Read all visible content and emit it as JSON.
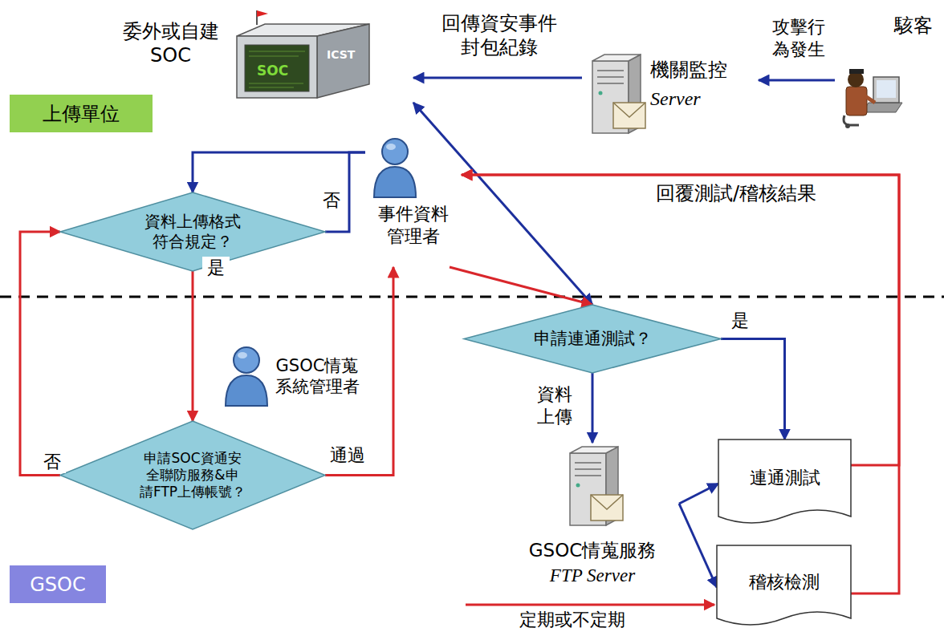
{
  "diagram": {
    "nodes": [
      {
        "text": [
          "上傳單位"
        ]
      },
      {
        "text": [
          "委外或自建 SOC"
        ]
      },
      {
        "text": [
          "機關監控",
          "Server"
        ]
      },
      {
        "text": [
          "駭客"
        ]
      },
      {
        "text": [
          "事件資料 管理者"
        ]
      },
      {
        "text": [
          "資料上傳格式 符合規定？"
        ]
      },
      {
        "text": [
          "GSOC情蒐 系統管理者"
        ]
      },
      {
        "text": [
          "申請SOC資通安 全聯防服務&申 請FTP上傳帳號？"
        ]
      },
      {
        "text": [
          "申請連通測試？"
        ]
      },
      {
        "text": [
          "GSOC情蒐服務",
          "FTP Server"
        ]
      },
      {
        "text": [
          "連通測試"
        ]
      },
      {
        "text": [
          "稽核檢測"
        ]
      },
      {
        "text": [
          "GSOC"
        ]
      }
    ],
    "edges": [
      {
        "from": 3,
        "to": 2,
        "label": "攻擊行 為發生",
        "arrow": "to"
      },
      {
        "from": 2,
        "to": 1,
        "label": "回傳資安事件 封包紀錄",
        "arrow": "to"
      },
      {
        "from": 1,
        "to": 8,
        "arrow": "both"
      },
      {
        "from": 4,
        "to": 5,
        "arrow": "to"
      },
      {
        "from": 5,
        "to": 4,
        "label": "否",
        "arrow": "none"
      },
      {
        "from": 5,
        "to": 7,
        "label": "是",
        "arrow": "to"
      },
      {
        "from": 7,
        "to": 5,
        "label": "否",
        "arrow": "to"
      },
      {
        "from": 7,
        "to": 4,
        "label": "通過",
        "arrow": "to"
      },
      {
        "from": 4,
        "to": 8,
        "arrow": "to"
      },
      {
        "from": 8,
        "to": 10,
        "label": "是",
        "arrow": "to"
      },
      {
        "from": 8,
        "to": 9,
        "label": "資料 上傳",
        "arrow": "to"
      },
      {
        "from": 9,
        "to": 10,
        "arrow": "to"
      },
      {
        "from": 9,
        "to": 11,
        "arrow": "to"
      },
      {
        "from": 10,
        "to": 4,
        "label": "回覆測試/稽核結果",
        "arrow": "to"
      },
      {
        "from": 11,
        "to": 4,
        "arrow": "to"
      }
    ],
    "labels": [
      "SOC",
      "ICST",
      "定期或不定期"
    ]
  }
}
